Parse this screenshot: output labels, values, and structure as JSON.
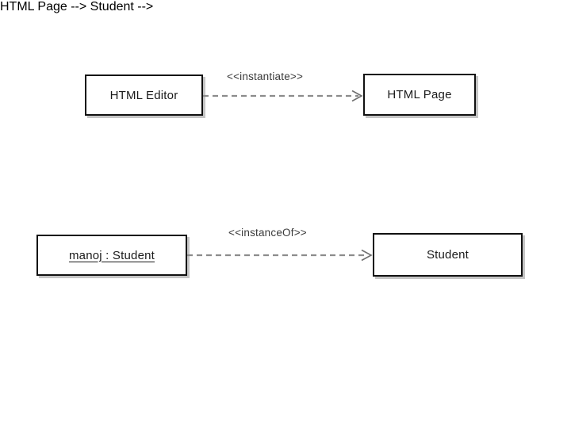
{
  "diagram": {
    "type": "uml-class-object-diagram",
    "background_color": "#ffffff",
    "border_color": "#111111",
    "text_color": "#1a1a1a",
    "line_color": "#8c8c8c",
    "relationships": [
      {
        "id": "instantiate",
        "source_label": "HTML Editor",
        "target_label": "HTML Page",
        "stereotype": "<<instantiate>>",
        "line_style": "dashed",
        "arrow_style": "open"
      },
      {
        "id": "instanceOf",
        "source_label": "manoj : Student",
        "target_label": "Student",
        "stereotype": "<<instanceOf>>",
        "line_style": "dashed",
        "arrow_style": "open"
      }
    ],
    "nodes": [
      {
        "id": "html-editor",
        "label": "HTML Editor",
        "kind": "class"
      },
      {
        "id": "html-page",
        "label": "HTML Page",
        "kind": "class"
      },
      {
        "id": "manoj-object",
        "label": "manoj : Student",
        "kind": "object"
      },
      {
        "id": "student",
        "label": "Student",
        "kind": "class"
      }
    ]
  }
}
